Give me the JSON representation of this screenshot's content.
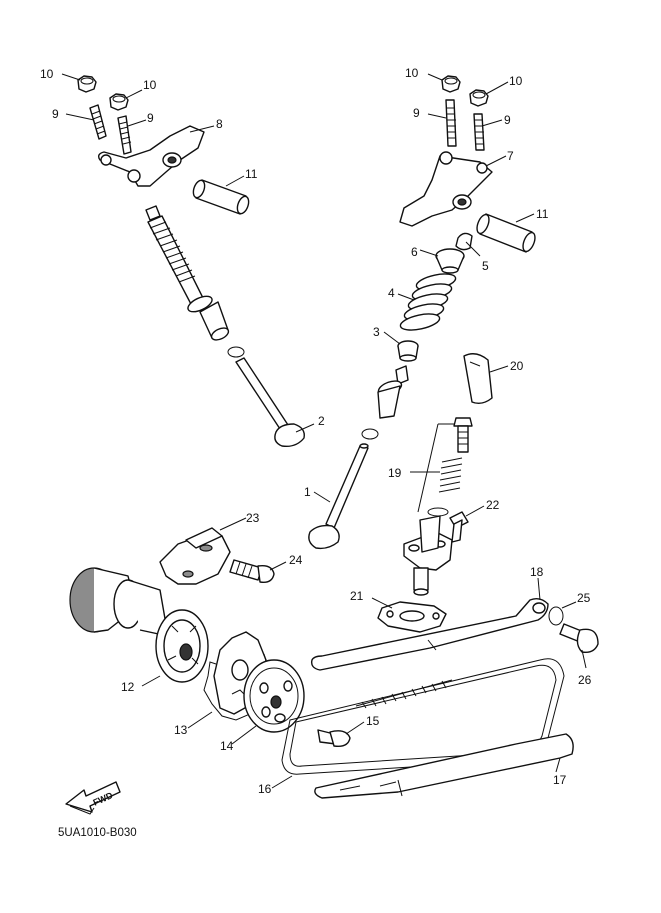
{
  "diagram": {
    "part_numbers": {
      "p1": "1",
      "p2": "2",
      "p3": "3",
      "p4": "4",
      "p5": "5",
      "p6": "6",
      "p7": "7",
      "p8": "8",
      "p9a": "9",
      "p9b": "9",
      "p9c": "9",
      "p9d": "9",
      "p10a": "10",
      "p10b": "10",
      "p10c": "10",
      "p10d": "10",
      "p11a": "11",
      "p11b": "11",
      "p12": "12",
      "p13": "13",
      "p14": "14",
      "p15": "15",
      "p16": "16",
      "p17": "17",
      "p18": "18",
      "p19": "19",
      "p20": "20",
      "p21": "21",
      "p22": "22",
      "p23": "23",
      "p24": "24",
      "p25": "25",
      "p26": "26"
    },
    "fwd_label": "FWD",
    "drawing_code": "5UA1010-B030"
  }
}
